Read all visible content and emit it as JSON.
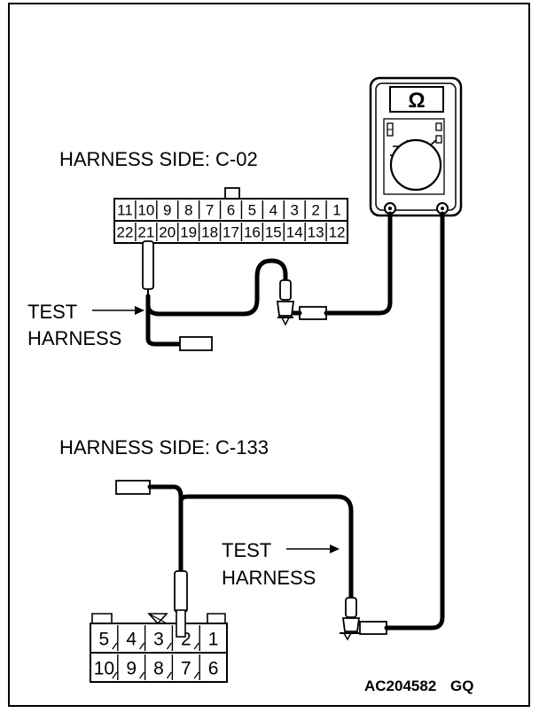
{
  "meter": {
    "symbol": "Ω",
    "icon": "ohmmeter-icon"
  },
  "connector_c02": {
    "label": "HARNESS SIDE: C-02",
    "top_row": [
      "11",
      "10",
      "9",
      "8",
      "7",
      "6",
      "5",
      "4",
      "3",
      "2",
      "1"
    ],
    "bottom_row": [
      "22",
      "21",
      "20",
      "19",
      "18",
      "17",
      "16",
      "15",
      "14",
      "13",
      "12"
    ]
  },
  "connector_c133": {
    "label": "HARNESS SIDE: C-133",
    "top_row": [
      "5",
      "4",
      "3",
      "2",
      "1"
    ],
    "bottom_row": [
      "10",
      "9",
      "8",
      "7",
      "6"
    ]
  },
  "test_harness_1": {
    "line1": "TEST",
    "line2": "HARNESS"
  },
  "test_harness_2": {
    "line1": "TEST",
    "line2": "HARNESS"
  },
  "figure_code": "AC204582",
  "figure_suffix": "GQ"
}
